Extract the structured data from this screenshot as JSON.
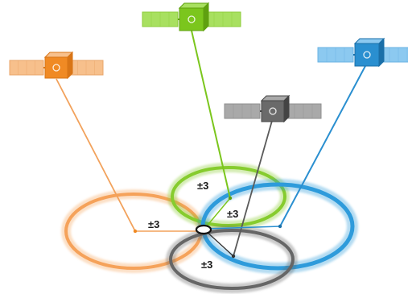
{
  "diagram": {
    "satellites": [
      {
        "id": "orange",
        "color": "#F08A24",
        "panel": "#F7C08C",
        "panel_dark": "#E8A468",
        "body_dark": "#D97516"
      },
      {
        "id": "green",
        "color": "#7BC61D",
        "panel": "#A8E060",
        "panel_dark": "#8CCB3A",
        "body_dark": "#5FA010"
      },
      {
        "id": "gray",
        "color": "#6A6A6A",
        "panel": "#A9A9A9",
        "panel_dark": "#8E8E8E",
        "body_dark": "#444444"
      },
      {
        "id": "blue",
        "color": "#2A8FD0",
        "panel": "#8CC9F0",
        "panel_dark": "#6AB3E3",
        "body_dark": "#1A6FA8"
      }
    ],
    "labels": {
      "orange_error": "±3",
      "green_error": "±3",
      "blue_error": "±3",
      "gray_error": "±3"
    },
    "colors": {
      "ring_orange": "#F5A25A",
      "ring_green": "#86CC2E",
      "ring_blue": "#2E9BDB",
      "ring_gray": "#666666"
    }
  }
}
